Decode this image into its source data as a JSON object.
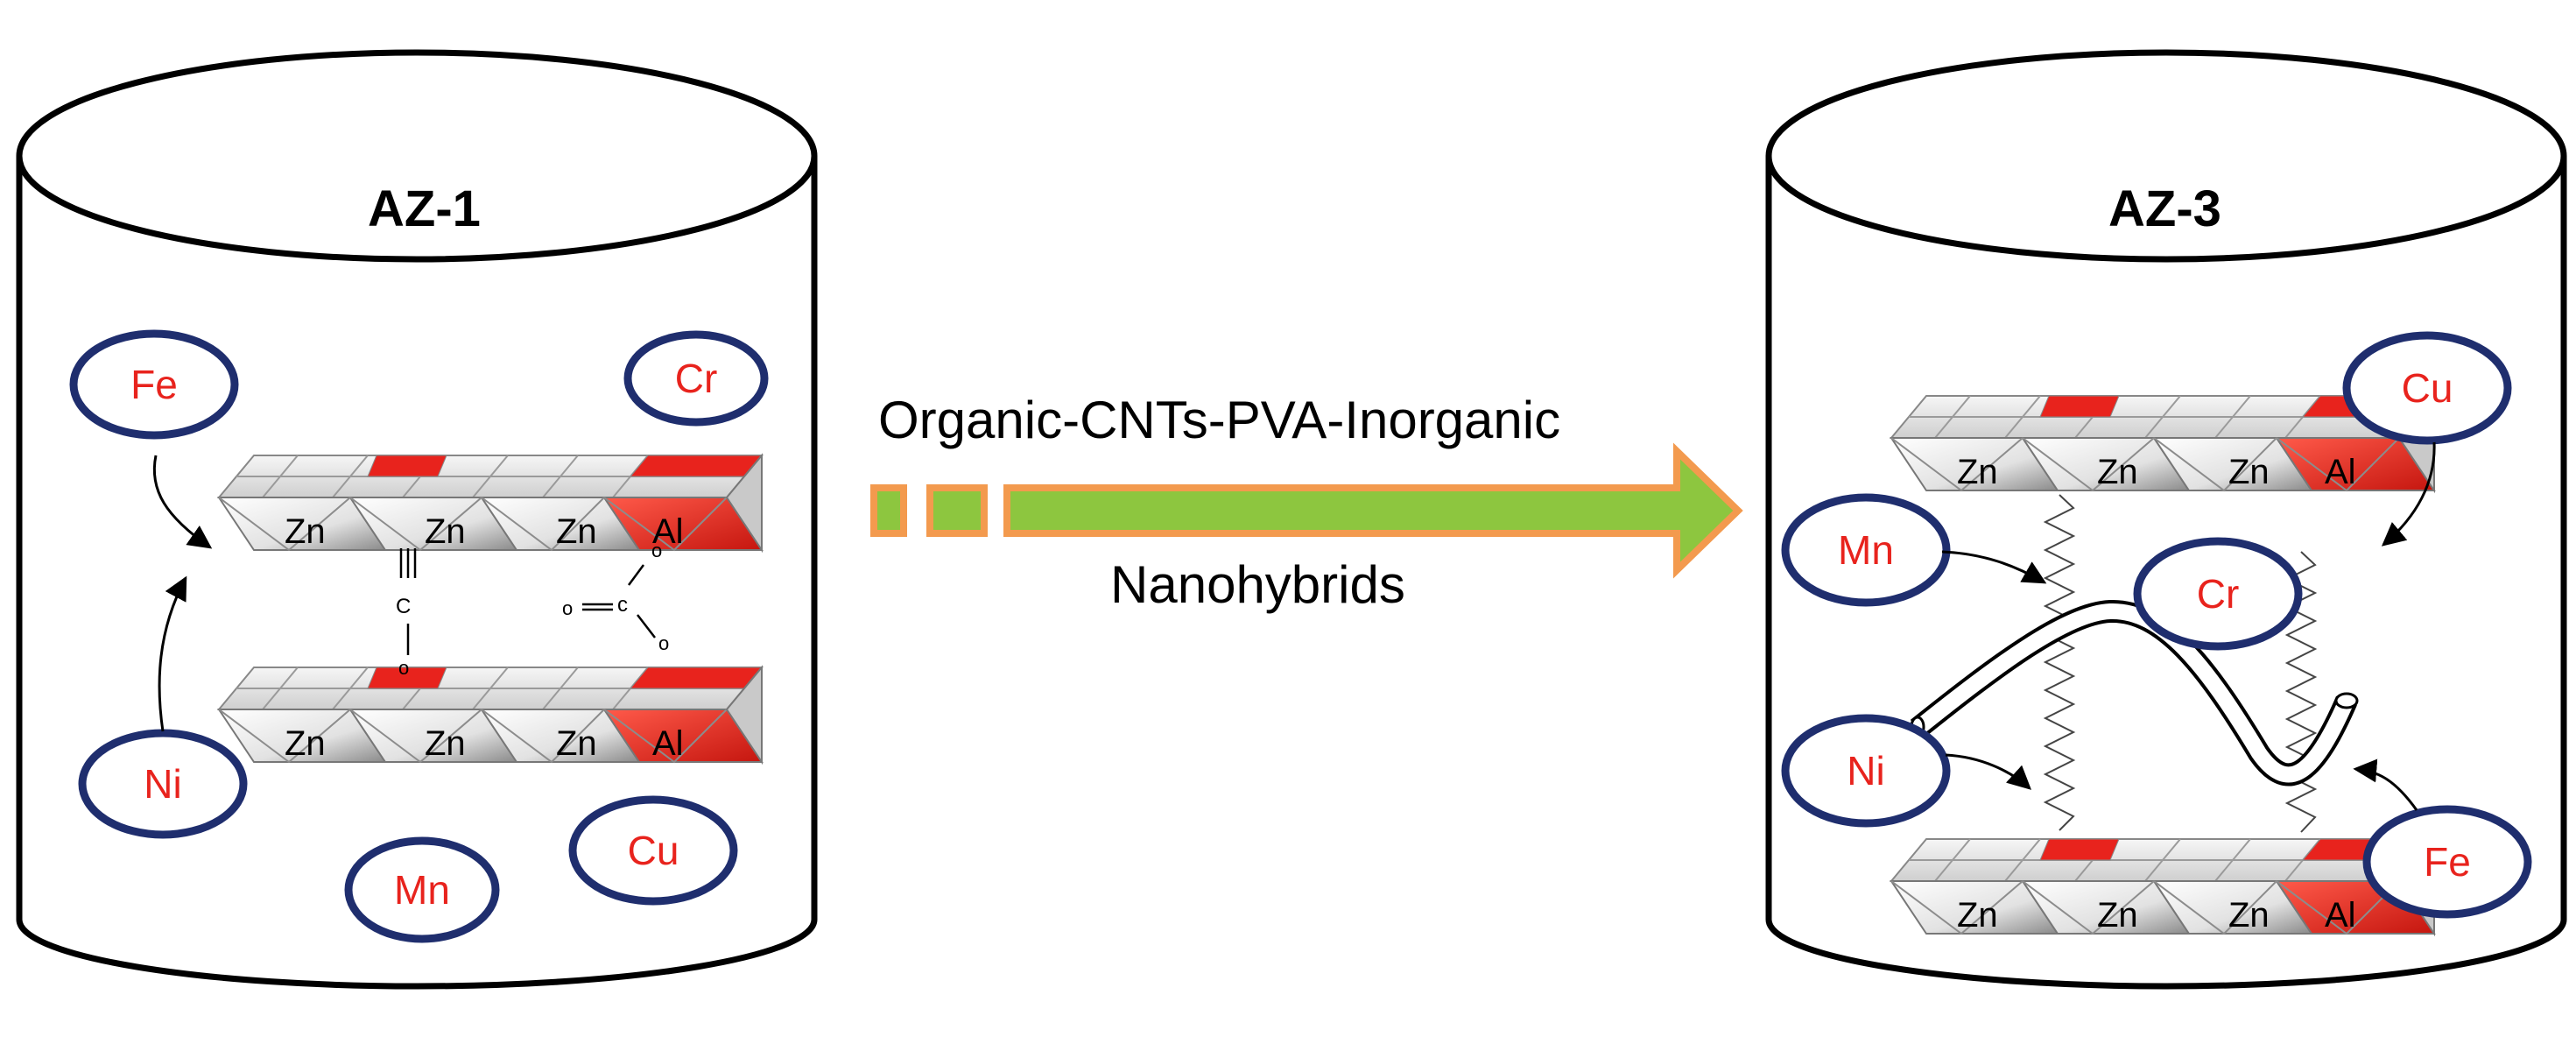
{
  "left_vessel": {
    "title": "AZ-1",
    "ions": [
      "Fe",
      "Cr",
      "Ni",
      "Mn",
      "Cu"
    ],
    "layer_top_metals": [
      "Zn",
      "Zn",
      "Zn",
      "Al"
    ],
    "layer_bottom_metals": [
      "Zn",
      "Zn",
      "Zn",
      "Al"
    ]
  },
  "process": {
    "label_top": "Organic-CNTs-PVA-Inorganic",
    "label_bottom": "Nanohybrids"
  },
  "right_vessel": {
    "title": "AZ-3",
    "ions": [
      "Cu",
      "Mn",
      "Cr",
      "Ni",
      "Fe"
    ],
    "layer_top_metals": [
      "Zn",
      "Zn",
      "Zn",
      "Al"
    ],
    "layer_bottom_metals": [
      "Zn",
      "Zn",
      "Zn",
      "Al"
    ]
  },
  "colors": {
    "ion_ring": "#1f2e6e",
    "ion_text": "#e8231d",
    "al_face": "#e8231d",
    "arrow_fill": "#8dc63f",
    "arrow_border": "#f39a4e"
  }
}
